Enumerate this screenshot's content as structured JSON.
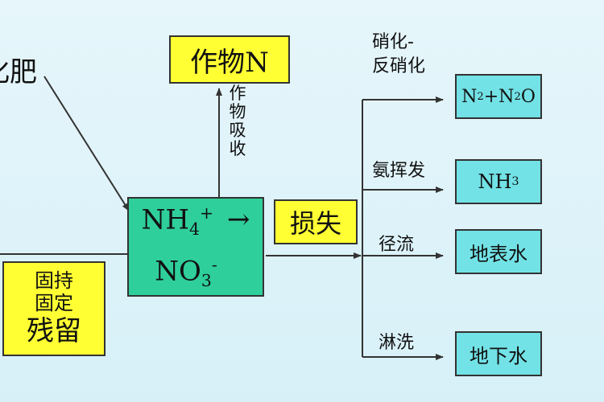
{
  "source_label": "化肥",
  "crop_n_box": "作物N",
  "uptake_label": "作物吸收",
  "center_box": {
    "line1": "NH",
    "line1_sub": "4",
    "line1_sup": "+",
    "arrow": "→",
    "line2": "NO",
    "line2_sub": "3",
    "line2_sup": "-"
  },
  "retention_box": {
    "line1": "固持",
    "line2": "固定",
    "line3": "残留"
  },
  "loss_box": "损失",
  "pathways": [
    {
      "label": "硝化-\n反硝化",
      "target": {
        "a": "N",
        "a_sub": "2",
        "plus": "+N",
        "b_sub": "2",
        "c": "O"
      }
    },
    {
      "label": "氨挥发",
      "target": {
        "a": "NH",
        "a_sub": "3"
      }
    },
    {
      "label": "径流",
      "target": {
        "text": "地表水"
      }
    },
    {
      "label": "淋洗",
      "target": {
        "text": "地下水"
      }
    }
  ],
  "colors": {
    "background": "#d9f1f8",
    "yellow_box": "#ffff33",
    "green_box": "#2fcf9b",
    "cyan_box": "#72e2e6",
    "line": "#333333"
  }
}
